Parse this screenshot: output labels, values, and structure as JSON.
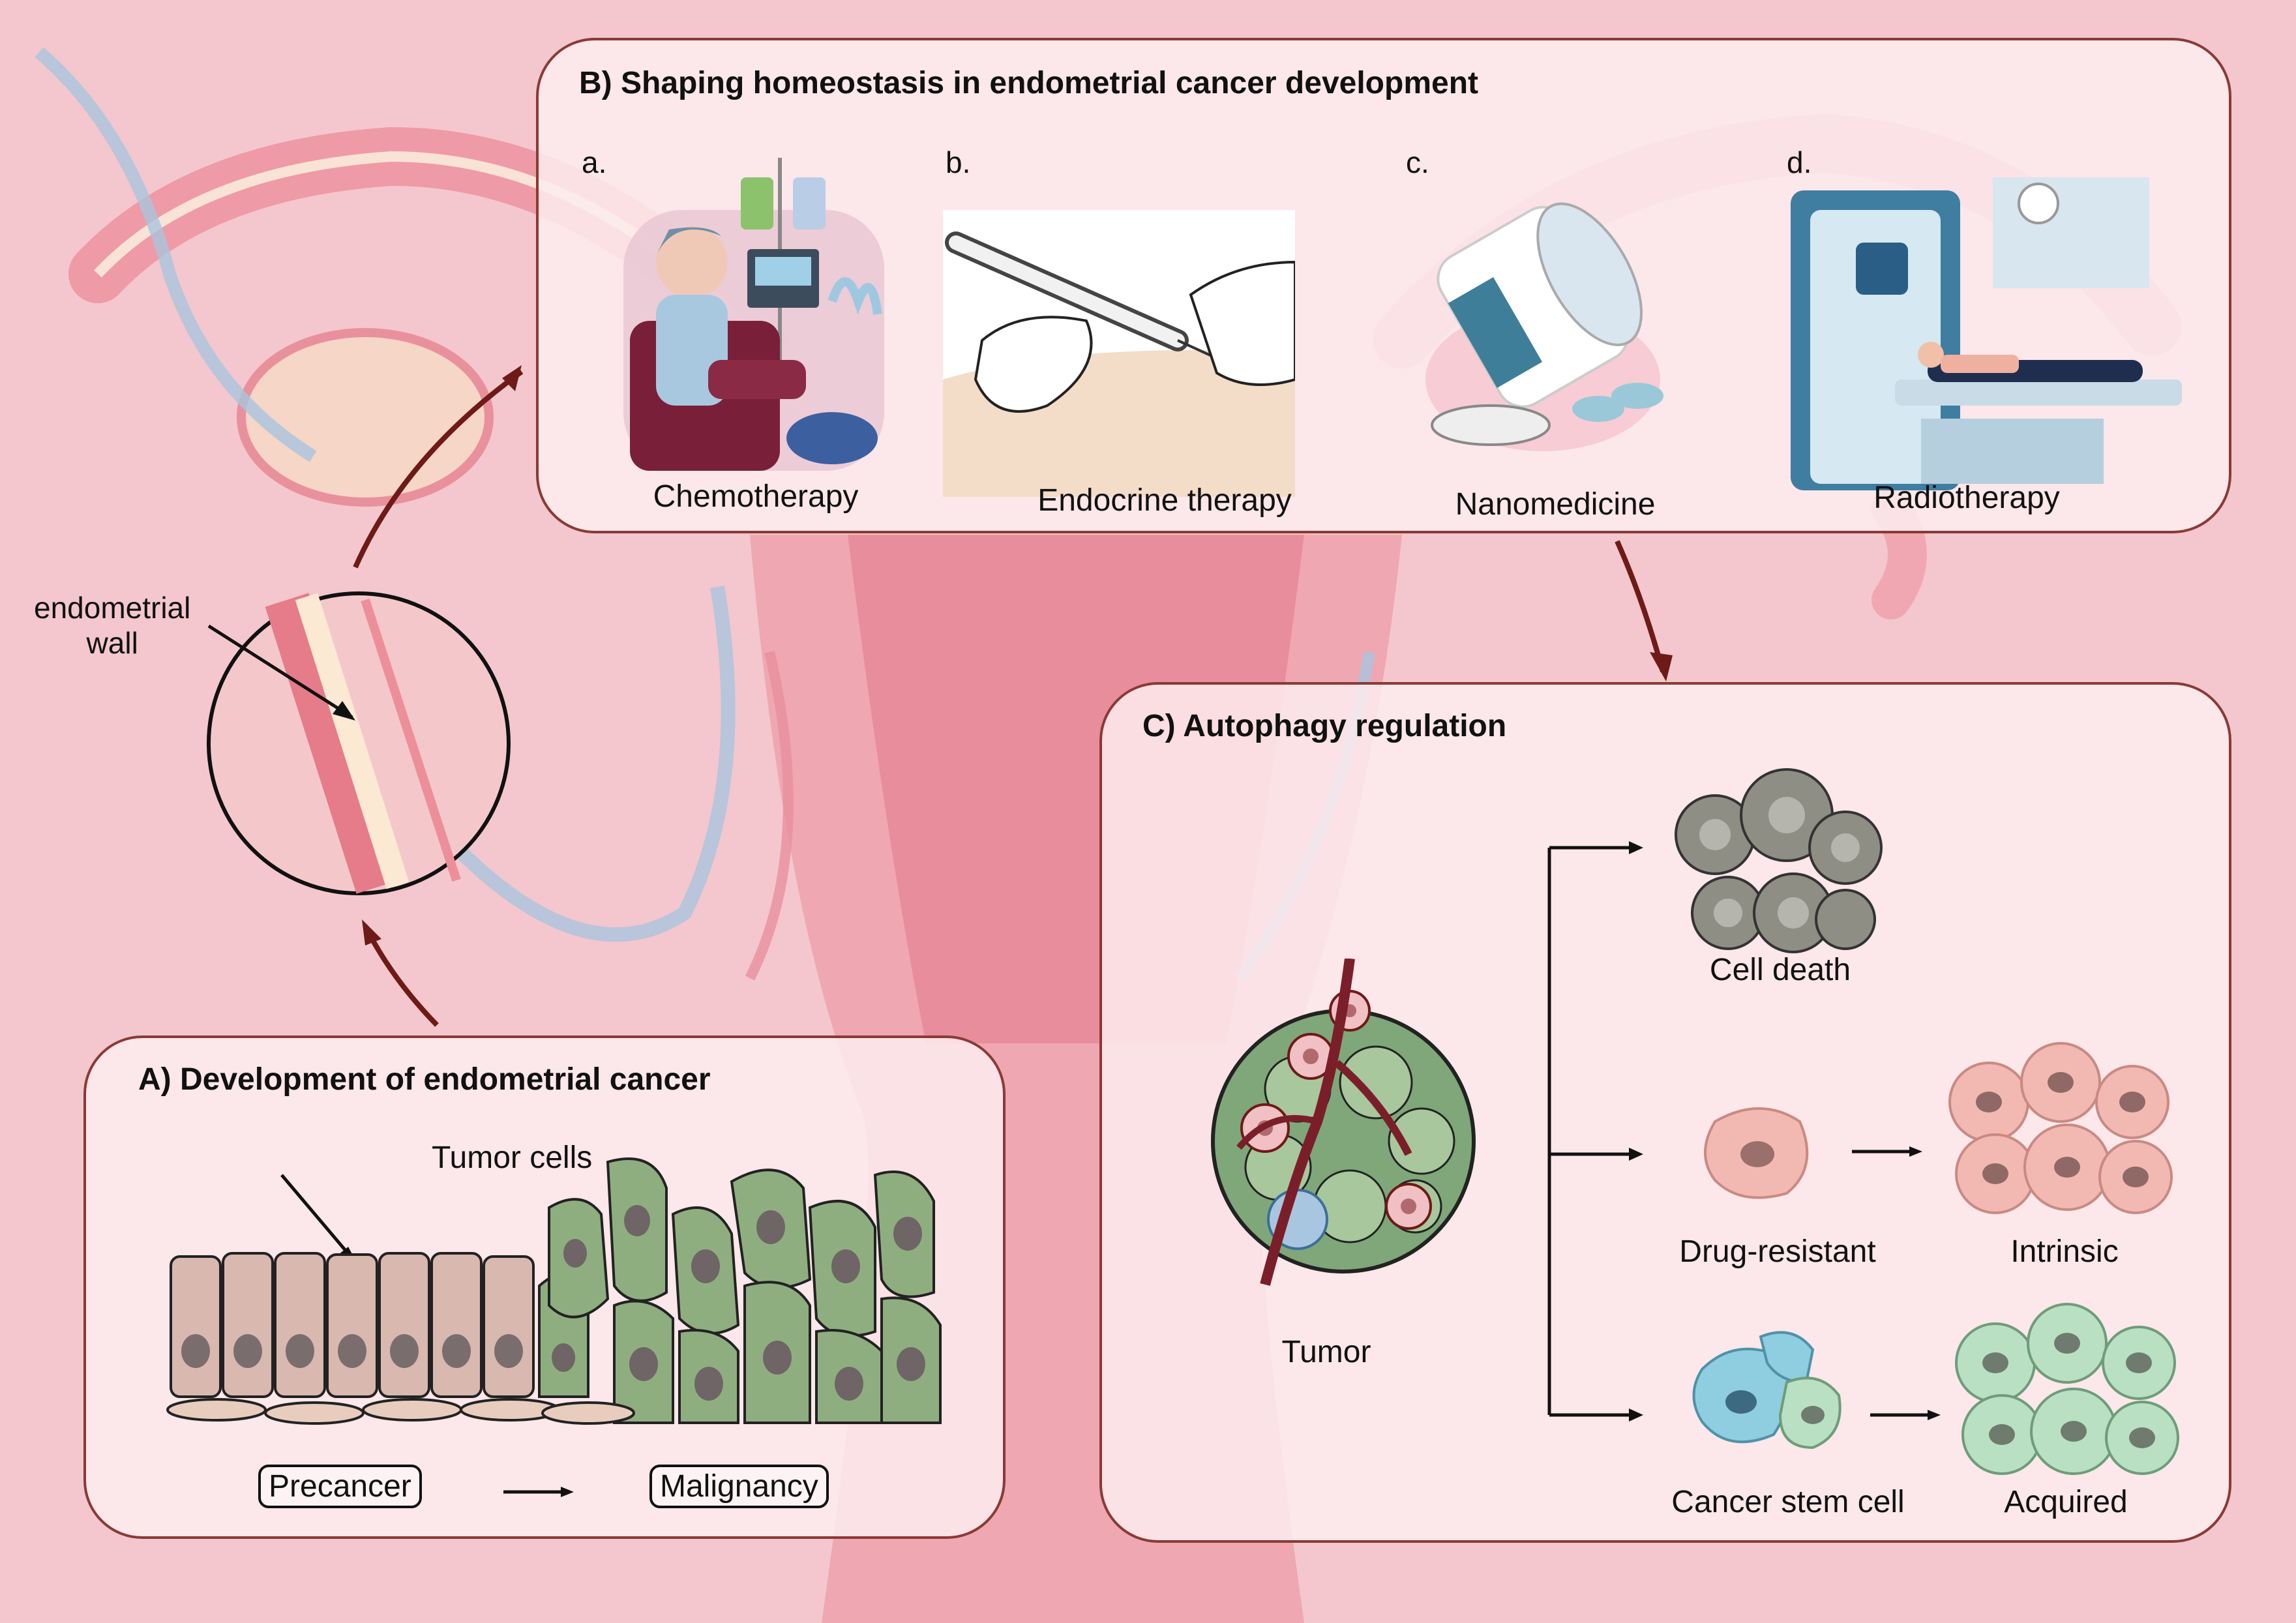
{
  "colors": {
    "background": "#f3c7cd",
    "panel_border": "#8a3a36",
    "arrow": "#6e1a17",
    "precancer_cell": "#d9b8b0",
    "tumor_cell": "#8fae80",
    "stem_cell": "#8fcde0",
    "intrinsic_cell": "#f2b9b2",
    "acquired_cell": "#b9e0c2",
    "dead_cell": "#8e8e84"
  },
  "lens": {
    "label": "endometrial\nwall"
  },
  "panel_b": {
    "title": "B)  Shaping homeostasis in endometrial cancer development",
    "items": [
      {
        "letter": "a.",
        "label": "Chemotherapy",
        "icon": "chemotherapy-infusion-icon"
      },
      {
        "letter": "b.",
        "label": "Endocrine therapy",
        "icon": "syringe-injection-icon"
      },
      {
        "letter": "c.",
        "label": "Nanomedicine",
        "icon": "pill-bottle-icon"
      },
      {
        "letter": "d.",
        "label": "Radiotherapy",
        "icon": "radiotherapy-machine-icon"
      }
    ]
  },
  "panel_a": {
    "title": "A) Development of endometrial cancer",
    "tumor_cells": "Tumor cells",
    "precancer": "Precancer",
    "malignancy": "Malignancy"
  },
  "panel_c": {
    "title": "C)  Autophagy regulation",
    "tumor": "Tumor",
    "cell_death": "Cell death",
    "drug_resistant": "Drug-resistant",
    "intrinsic": "Intrinsic",
    "cancer_stem_cell": "Cancer stem cell",
    "acquired": "Acquired"
  }
}
